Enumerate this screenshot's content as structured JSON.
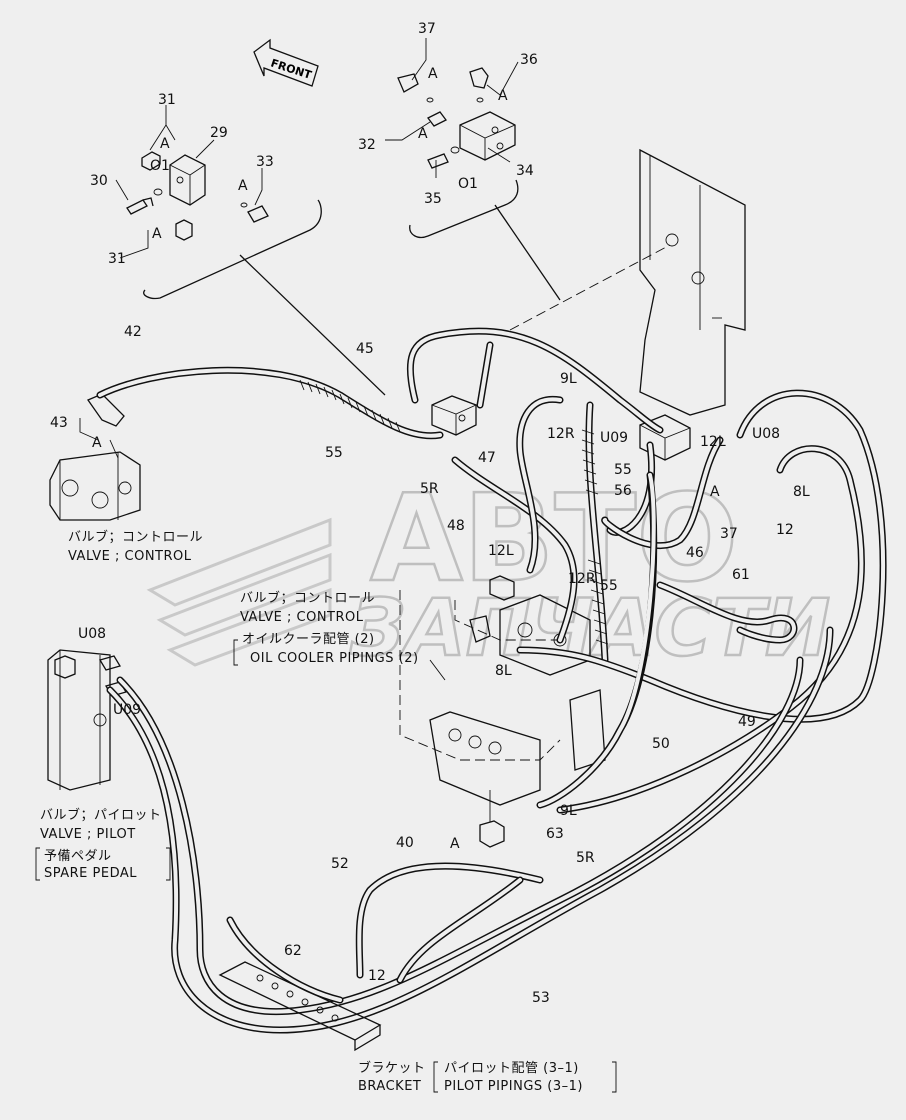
{
  "watermark": {
    "line1": "ABTO",
    "line2": "ЗАПЧАСТИ"
  },
  "front_arrow": "FRONT",
  "part_numbers": {
    "p29": "29",
    "p30": "30",
    "p31a": "31",
    "p31b": "31",
    "p32": "32",
    "p33": "33",
    "p34": "34",
    "p35": "35",
    "p36": "36",
    "p37a": "37",
    "p37b": "37",
    "p40": "40",
    "p42": "42",
    "p43": "43",
    "p45": "45",
    "p46": "46",
    "p47": "47",
    "p48": "48",
    "p49": "49",
    "p50": "50",
    "p52": "52",
    "p53": "53",
    "p55a": "55",
    "p55b": "55",
    "p55c": "55",
    "p56": "56",
    "p61": "61",
    "p62": "62",
    "p63": "63"
  },
  "fitting_labels": {
    "o1a": "O1",
    "o1b": "O1",
    "a1": "A",
    "a2": "A",
    "a3": "A",
    "a4": "A",
    "a5": "A",
    "a6": "A",
    "a7": "A",
    "a8": "A",
    "a9": "A",
    "l9a": "9L",
    "l9b": "9L",
    "r12a": "12R",
    "r12b": "12R",
    "l12a": "12L",
    "l12b": "12L",
    "u09a": "U09",
    "u09b": "U09",
    "u08a": "U08",
    "u08b": "U08",
    "r5a": "5R",
    "r5b": "5R",
    "l8a": "8L",
    "l8b": "8L",
    "n12a": "12",
    "n12b": "12"
  },
  "captions": {
    "control_valve_jp": "バルブ；コントロール",
    "control_valve_en": "VALVE ; CONTROL",
    "control_valve2_jp": "バルブ；コントロール",
    "control_valve2_en": "VALVE ; CONTROL",
    "oil_cooler_jp": "オイルクーラ配管 (2)",
    "oil_cooler_en": "OIL COOLER PIPINGS (2)",
    "pilot_valve_jp": "バルブ；パイロット",
    "pilot_valve_en": "VALVE ; PILOT",
    "spare_pedal_jp": "予備ペダル",
    "spare_pedal_en": "SPARE PEDAL",
    "bracket_jp": "ブラケット",
    "bracket_en": "BRACKET",
    "pilot_pipings_jp": "パイロット配管 (3–1)",
    "pilot_pipings_en": "PILOT PIPINGS (3–1)"
  },
  "colors": {
    "background": "#efefef",
    "ink": "#111111",
    "watermark": "#bfbfbf"
  }
}
